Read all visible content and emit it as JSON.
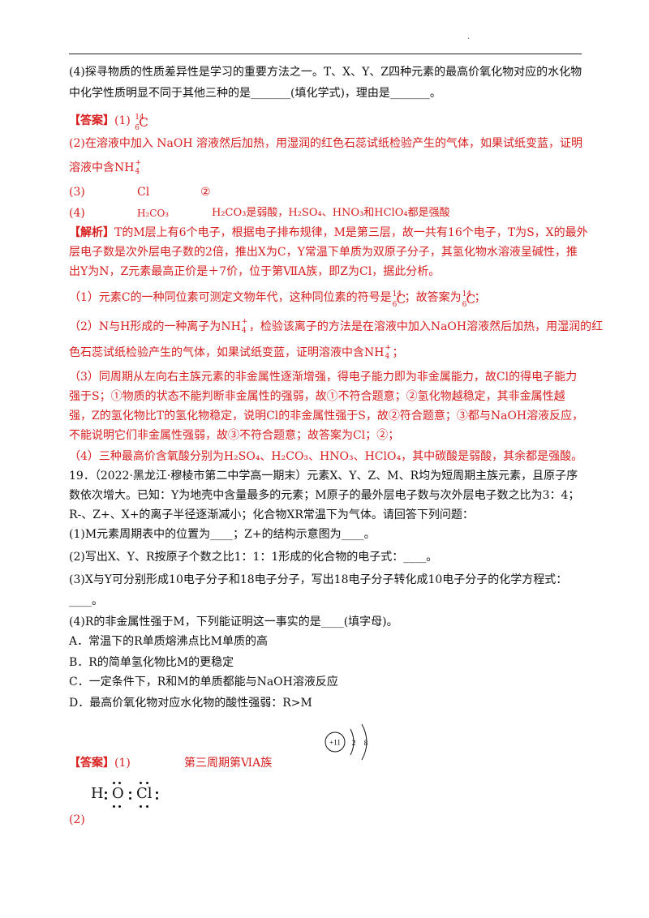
{
  "q18_part4": {
    "line1": "(4)探寻物质的性质差异性是学习的重要方法之一。T、X、Y、Z四种元素的最高价氧化物对应的水化物",
    "line2": "中化学性质明显不同于其他三种的是_______(填化学式)，理由是_______。"
  },
  "answer18": {
    "label": "【答案】",
    "p1_prefix": "(1) ",
    "nuclide_mass": "14",
    "nuclide_atomic": "6",
    "nuclide_symbol": "C",
    "p2_line1": "(2)在溶液中加入 NaOH 溶液然后加热，用湿润的红色石蕊试纸检验产生的气体，如果试纸变蓝，证明",
    "p2_line2": "溶液中含NH",
    "ion_charge": "+",
    "ion_sub": "4",
    "p3_label": "(3)",
    "p3_a": "Cl",
    "p3_b": "②",
    "p4_label": "(4)",
    "p4_a": "H₂CO₃",
    "p4_b": "H₂CO₃是弱酸，H₂SO₄、HNO₃和HClO₄都是强酸"
  },
  "analysis18": {
    "label": "【解析】",
    "l1": "T的M层上有6个电子，根据电子排布规律，M是第三层，故一共有16个电子，T为S，X的最外",
    "l2": "层电子数是次外层电子数的2倍，推出X为C，Y常温下单质为双原子分子，其氢化物水溶液呈碱性，推",
    "l3": "出Y为N，Z元素最高正价是＋7价，位于第ⅦA族，即Z为Cl，据此分析。",
    "s1a": "（1）元素C的一种同位素可测定文物年代，这种同位素的符号是",
    "s1b": "；故答案为",
    "s1c": "；",
    "s2a": "（2）N与H形成的一种离子为NH",
    "s2b": "，检验该离子的方法是在溶液中加入NaOH溶液然后加热，用湿润的红",
    "s2c": "色石蕊试纸检验产生的气体，如果试纸变蓝，证明溶液中含NH",
    "s2d": "；",
    "s3a": "（3）同周期从左向右主族元素的非金属性逐渐增强，得电子能力即为非金属能力，故Cl的得电子能力",
    "s3b": "强于S；①物质的状态不能判断非金属性的强弱，故①不符合题意；②氢化物越稳定，其非金属性越",
    "s3c": "强，Z的氢化物比T的氢化物稳定，说明Cl的非金属性强于S，故②符合题意；③都与NaOH溶液反应，",
    "s3d": "不能说明它们非金属性强弱，故③不符合题意；故答案为Cl；②；",
    "s4": "（4）三种最高价含氧酸分别为H₂SO₄、H₂CO₃、HNO₃、HClO₄，其中碳酸是弱酸，其余都是强酸。"
  },
  "q19": {
    "l1": "19．（2022·黑龙江·穆棱市第二中学高一期末）元素X、Y、Z、M、R均为短周期主族元素，且原子序",
    "l2": "数依次增大。已知：Y为地壳中含量最多的元素；M原子的最外层电子数与次外层电子数之比为3：4；",
    "l3": "R-、Z+、X+的离子半径逐渐减小；化合物XR常温下为气体。请回答下列问题：",
    "p1": "(1)M元素周期表中的位置为____；Z+的结构示意图为____。",
    "p2": "(2)写出X、Y、R按原子个数之比1：1：1形成的化合物的电子式：____。",
    "p3a": "(3)X与Y可分别形成10电子分子和18电子分子，写出18电子分子转化成10电子分子的化学方程式：",
    "p3b": "____。",
    "p4": "(4)R的非金属性强于M，下列能证明这一事实的是____(填字母)。",
    "A": "A．常温下的R单质熔沸点比M单质的高",
    "B": "B．R的简单氢化物比M的更稳定",
    "C": "C．一定条件下，R和M的单质都能与NaOH溶液反应",
    "D": "D．最高价氧化物对应水化物的酸性强弱：R>M"
  },
  "answer19": {
    "label": "【答案】",
    "p1": "(1)",
    "p1_text": "第三周期第ⅥA族",
    "nucleus": "+11",
    "shell1": "2",
    "shell2": "8",
    "lewis_h": "H",
    "lewis_o": "O",
    "lewis_cl": "Cl",
    "p2": "(2)"
  }
}
